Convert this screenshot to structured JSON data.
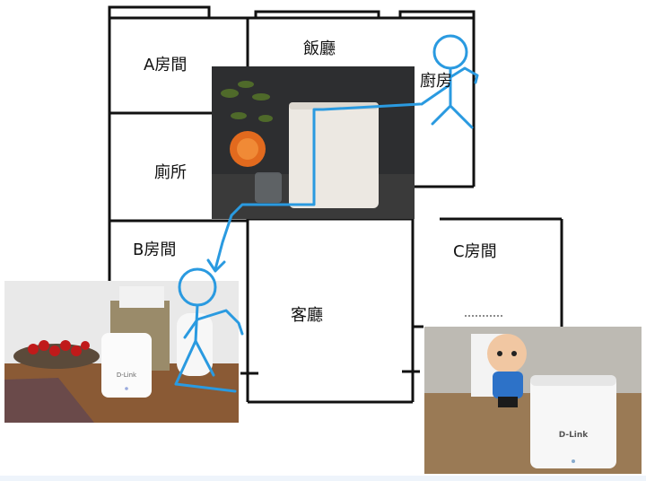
{
  "rooms": {
    "room_a": "A房間",
    "dining": "飯廳",
    "kitchen": "廚房",
    "toilet": "廁所",
    "room_b": "B房間",
    "living": "客廳",
    "room_c": "C房間"
  },
  "device_brand": "D-Link",
  "colors": {
    "wall": "#111111",
    "sketch": "#2a9ae0"
  }
}
